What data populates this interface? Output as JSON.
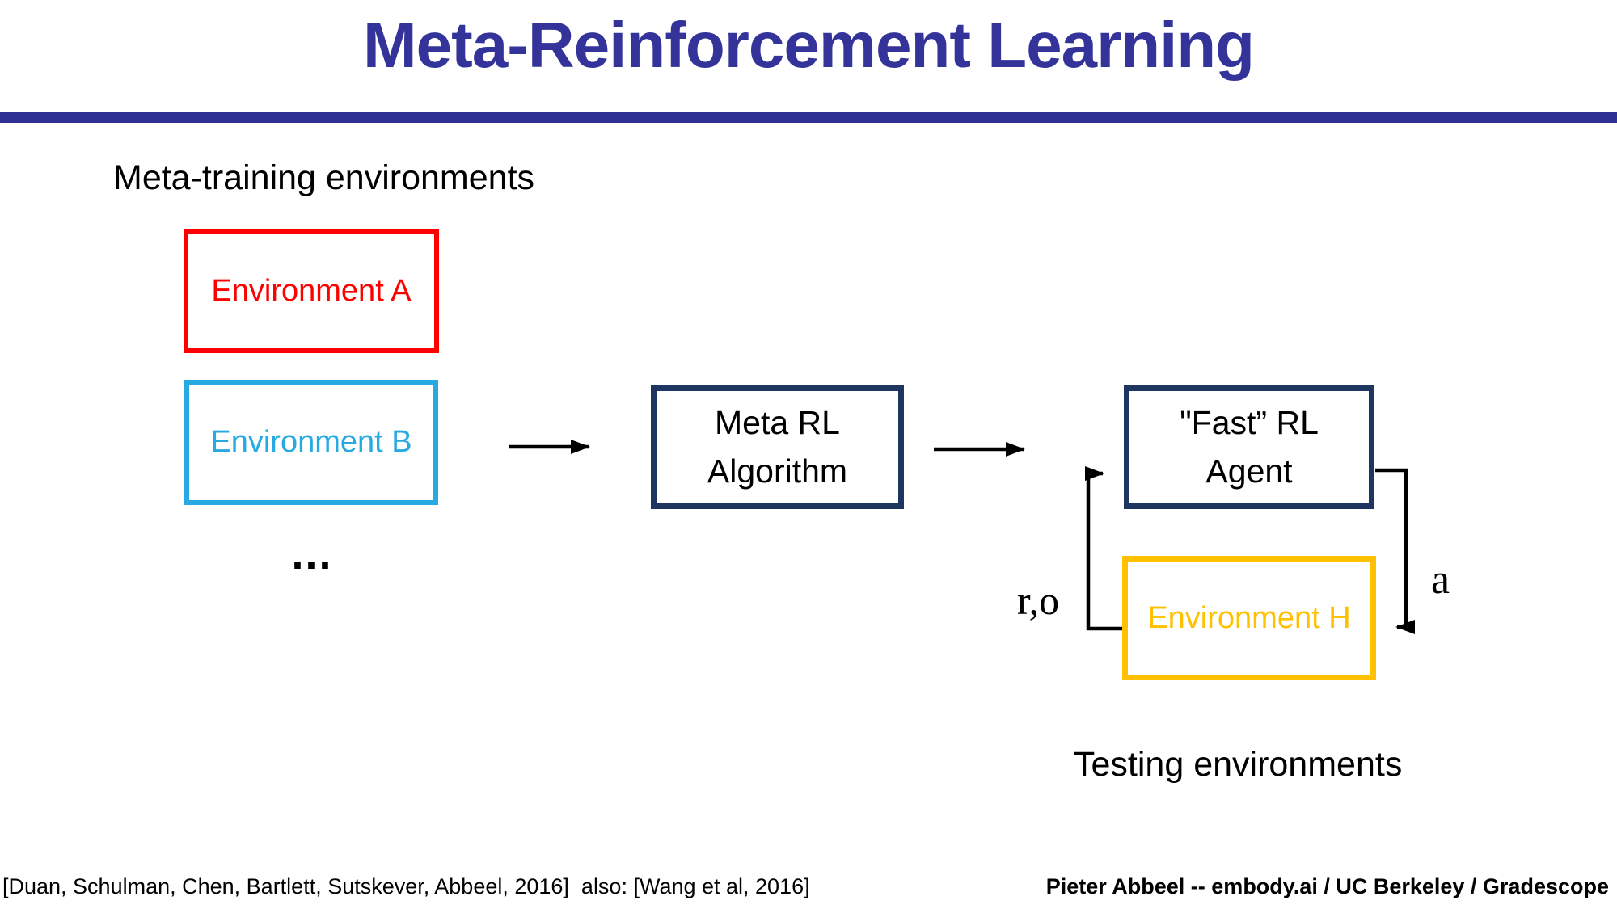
{
  "slide": {
    "title": "Meta-Reinforcement Learning",
    "sections": {
      "meta_training_label": "Meta-training environments",
      "testing_label": "Testing environments"
    },
    "boxes": {
      "env_a": {
        "label": "Environment A",
        "border_color": "#FF0000",
        "text_color": "#FF0000"
      },
      "env_b": {
        "label": "Environment B",
        "border_color": "#27AAE1",
        "text_color": "#27AAE1"
      },
      "meta_rl": {
        "label": "Meta RL\nAlgorithm",
        "border_color": "#1E3560",
        "text_color": "#000000"
      },
      "fast_rl": {
        "label": "\"Fast” RL\nAgent",
        "border_color": "#1E3560",
        "text_color": "#000000"
      },
      "env_h": {
        "label": "Environment H",
        "border_color": "#FFC000",
        "text_color": "#FFC000"
      }
    },
    "ellipsis": "...",
    "loop_labels": {
      "reward_observation": "r,o",
      "action": "a"
    },
    "footer": {
      "citation": "[Duan, Schulman, Chen, Bartlett, Sutskever, Abbeel, 2016]  also: [Wang et al, 2016]",
      "credit": "Pieter Abbeel -- embody.ai / UC Berkeley / Gradescope"
    },
    "colors": {
      "title": "#333399",
      "divider": "#2E3192",
      "arrows": "#000000",
      "background": "#FFFFFF"
    }
  }
}
